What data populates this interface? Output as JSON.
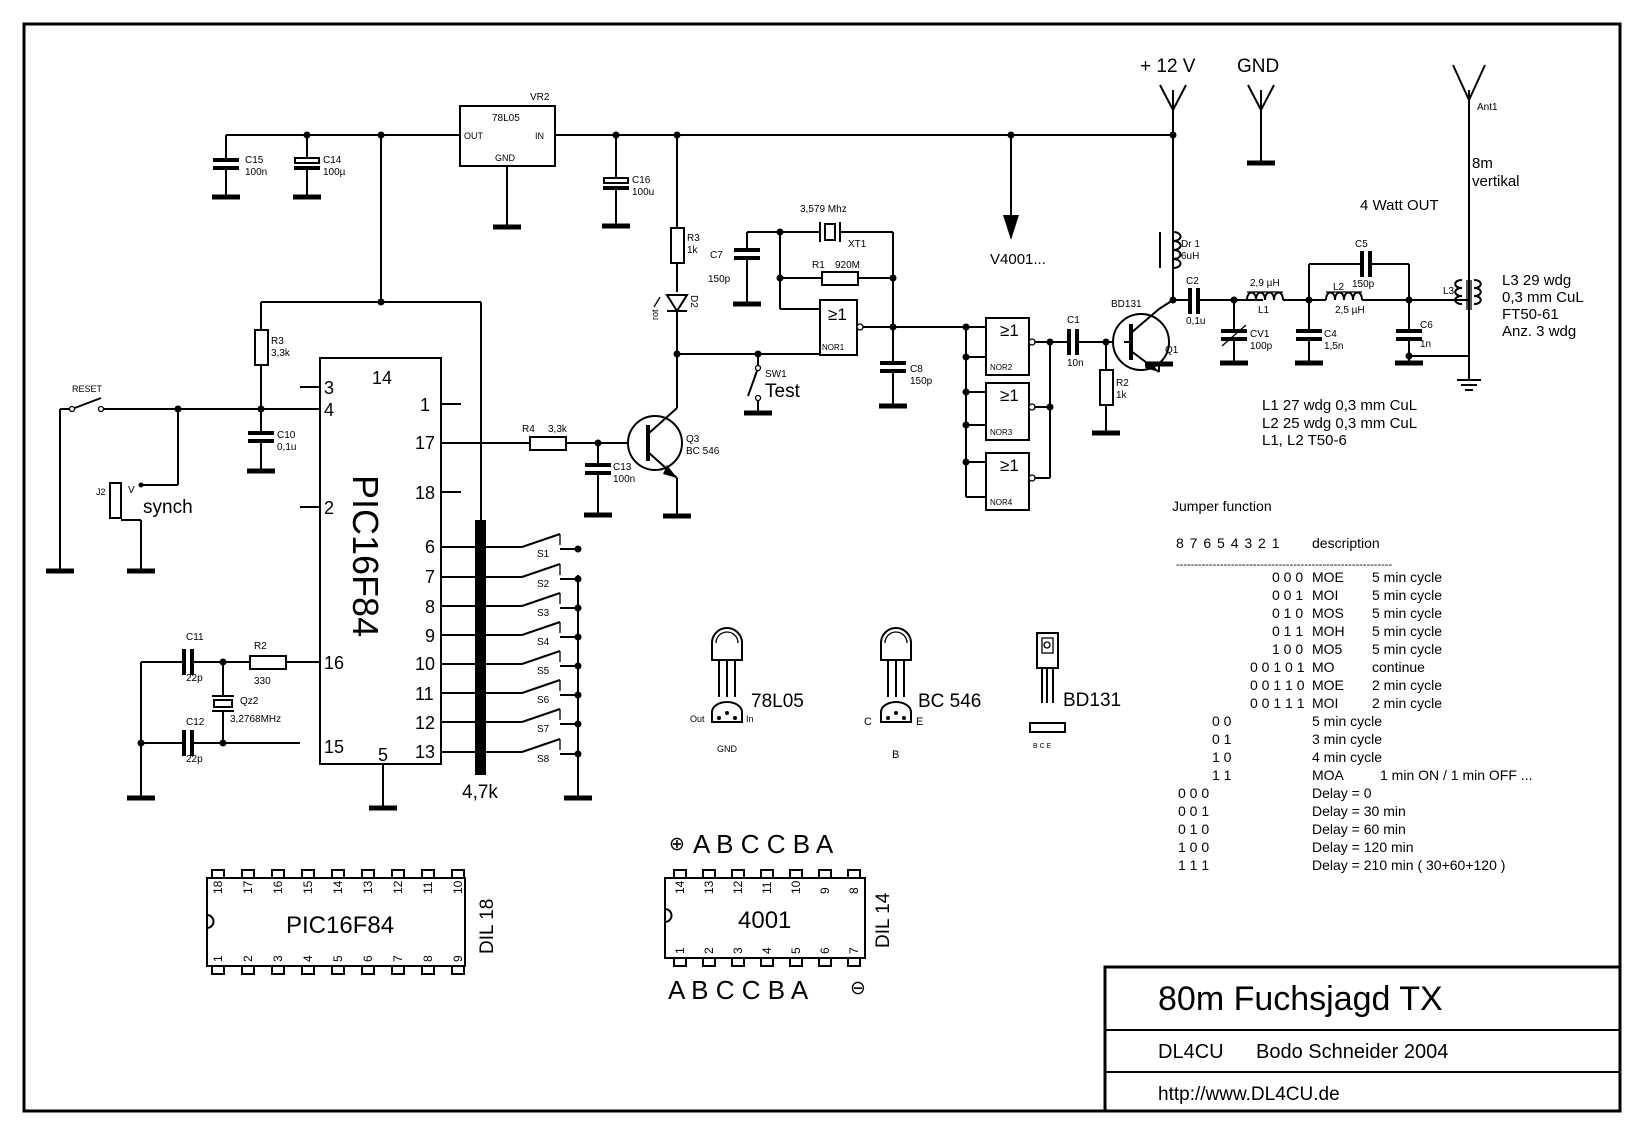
{
  "title_block": {
    "title": "80m Fuchsjagd TX",
    "callsign": "DL4CU",
    "author": "Bodo Schneider  2004",
    "url": "http://www.DL4CU.de"
  },
  "power": {
    "supply": "+ 12 V",
    "gnd": "GND",
    "v4001": "V4001..."
  },
  "antenna": {
    "ref": "Ant1",
    "length": "8m",
    "type": "vertikal",
    "power_out": "4 Watt OUT"
  },
  "coil_l3": [
    "L3 29 wdg",
    "0,3 mm CuL",
    "FT50-61",
    "Anz. 3 wdg"
  ],
  "coil_notes": [
    "L1  27 wdg  0,3 mm CuL",
    "L2  25 wdg  0,3 mm CuL",
    "L1, L2  T50-6"
  ],
  "regulator": {
    "ref": "VR2",
    "part": "78L05",
    "out": "OUT",
    "in": "IN",
    "gnd": "GND"
  },
  "mcu": {
    "part": "PIC16F84",
    "pins_left": [
      "3",
      "4",
      "2",
      "16",
      "15"
    ],
    "pins_right": [
      "1",
      "17",
      "18",
      "6",
      "7",
      "8",
      "9",
      "10",
      "11",
      "12",
      "13"
    ],
    "pin_top": "14",
    "pin_bottom": "5"
  },
  "components": {
    "C15": "C15",
    "C15v": "100n",
    "C14": "C14",
    "C14v": "100µ",
    "C16": "C16",
    "C16v": "100u",
    "C7": "C7",
    "C7v": "150p",
    "C8": "C8",
    "C8v": "150p",
    "C10": "C10",
    "C10v": "0,1u",
    "C11": "C11",
    "C11v": "22p",
    "C12": "C12",
    "C12v": "22p",
    "C13": "C13",
    "C13v": "100n",
    "C1": "C1",
    "C1v": "10n",
    "C2": "C2",
    "C2v": "0,1u",
    "C4": "C4",
    "C4v": "1,5n",
    "C5": "C5",
    "C5v": "150p",
    "C6": "C6",
    "C6v": "1n",
    "CV1": "CV1",
    "CV1v": "100p",
    "R1": "R1",
    "R1v": "920M",
    "R2": "R2",
    "R2v": "330",
    "R2b": "R2",
    "R2bv": "1k",
    "R3": "R3",
    "R3v": "1k",
    "R3b": "R3",
    "R3bv": "3,3k",
    "R4": "R4",
    "R4v": "3,3k",
    "D2": "D2",
    "D2v": "rot",
    "Q1": "Q1",
    "Q1part": "BD131",
    "Q3": "Q3",
    "Q3v": "BC 546",
    "XT1": "XT1",
    "XT1v": "3,579 Mhz",
    "Qz2": "Qz2",
    "Qz2v": "3,2768MHz",
    "Dr1": "Dr 1",
    "Dr1v": "6uH",
    "L1": "L1",
    "L1v": "2,9 µH",
    "L2": "L2",
    "L2v": "2,5 µH",
    "L3": "L3",
    "SW1": "SW1",
    "SW1v": "Test",
    "J2": "J2",
    "J2v": "synch",
    "RESET": "RESET",
    "RN": "4,7k",
    "V": "V"
  },
  "nor_gates": [
    "NOR1",
    "NOR2",
    "NOR3",
    "NOR4"
  ],
  "nor_symbol": "≥1",
  "switches": [
    "S1",
    "S2",
    "S3",
    "S4",
    "S5",
    "S6",
    "S7",
    "S8"
  ],
  "pinouts": {
    "reg": {
      "label": "78L05",
      "left": "Out",
      "right": "In",
      "bottom": "GND"
    },
    "bc546": {
      "label": "BC 546",
      "left": "C",
      "right": "E",
      "bottom": "B"
    },
    "bd131": {
      "label": "BD131",
      "pins": "B  C  E"
    }
  },
  "ic_packages": {
    "pic": {
      "label": "PIC16F84",
      "dil": "DIL 18",
      "top": [
        "18",
        "17",
        "16",
        "15",
        "14",
        "13",
        "12",
        "11",
        "10"
      ],
      "bottom": [
        "1",
        "2",
        "3",
        "4",
        "5",
        "6",
        "7",
        "8",
        "9"
      ]
    },
    "cmos": {
      "label": "4001",
      "dil": "DIL 14",
      "top": [
        "14",
        "13",
        "12",
        "11",
        "10",
        "9",
        "8"
      ],
      "bottom": [
        "1",
        "2",
        "3",
        "4",
        "5",
        "6",
        "7"
      ],
      "top_letters": "A B C C B A",
      "bottom_letters": "A B C C B A",
      "plus": "⊕",
      "minus": "⊖"
    }
  },
  "jumper_table": {
    "title": "Jumper  function",
    "col_bits": "8 7 6 5 4 3 2 1",
    "col_desc": "description",
    "separator": "-----------------------------------------------------------",
    "rows": [
      {
        "bits": "0 0 0",
        "mode": "MOE",
        "desc": "5 min cycle"
      },
      {
        "bits": "0 0 1",
        "mode": "MOI",
        "desc": "5 min cycle"
      },
      {
        "bits": "0 1 0",
        "mode": "MOS",
        "desc": "5 min cycle"
      },
      {
        "bits": "0 1 1",
        "mode": "MOH",
        "desc": "5 min cycle"
      },
      {
        "bits": "1 0 0",
        "mode": "MO5",
        "desc": "5 min cycle"
      },
      {
        "bits": "0 0 1 0 1",
        "mode": "MO",
        "desc": "continue"
      },
      {
        "bits": "0 0 1 1 0",
        "mode": "MOE",
        "desc": "2 min cycle"
      },
      {
        "bits": "0 0 1 1 1",
        "mode": "MOI",
        "desc": "2 min cycle"
      },
      {
        "bits": "0 0",
        "mode": "5 min  cycle",
        "desc": ""
      },
      {
        "bits": "0 1",
        "mode": "3 min  cycle",
        "desc": ""
      },
      {
        "bits": "1 0",
        "mode": "4 min  cycle",
        "desc": ""
      },
      {
        "bits": "1 1",
        "mode": "MOA",
        "desc": "1 min ON / 1 min OFF ..."
      },
      {
        "bits": "0 0 0",
        "mode": "Delay = 0",
        "desc": ""
      },
      {
        "bits": "0 0 1",
        "mode": "Delay = 30 min",
        "desc": ""
      },
      {
        "bits": "0 1 0",
        "mode": "Delay = 60 min",
        "desc": ""
      },
      {
        "bits": "1 0 0",
        "mode": "Delay = 120 min",
        "desc": ""
      },
      {
        "bits": "1 1 1",
        "mode": "Delay = 210 min ( 30+60+120 )",
        "desc": ""
      }
    ]
  }
}
